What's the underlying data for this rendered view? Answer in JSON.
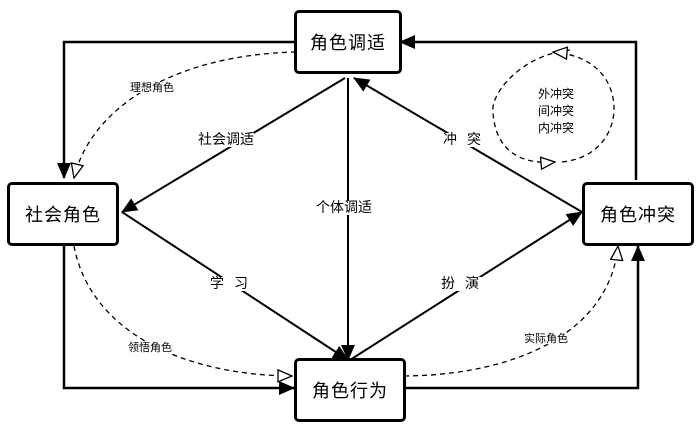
{
  "nodes": {
    "role_adjustment": "角色调适",
    "social_role": "社会角色",
    "role_conflict": "角色冲突",
    "role_behavior": "角色行为"
  },
  "edges": {
    "social_adjustment": "社会调适",
    "individual_adjustment": "个体调适",
    "conflict": "冲突",
    "learning": "学习",
    "acting": "扮演"
  },
  "dashed_labels": {
    "ideal_role": "理想角色",
    "comprehended_role": "领悟角色",
    "actual_role": "实际角色"
  },
  "conflict_types": [
    "外冲突",
    "间冲突",
    "内冲突"
  ]
}
